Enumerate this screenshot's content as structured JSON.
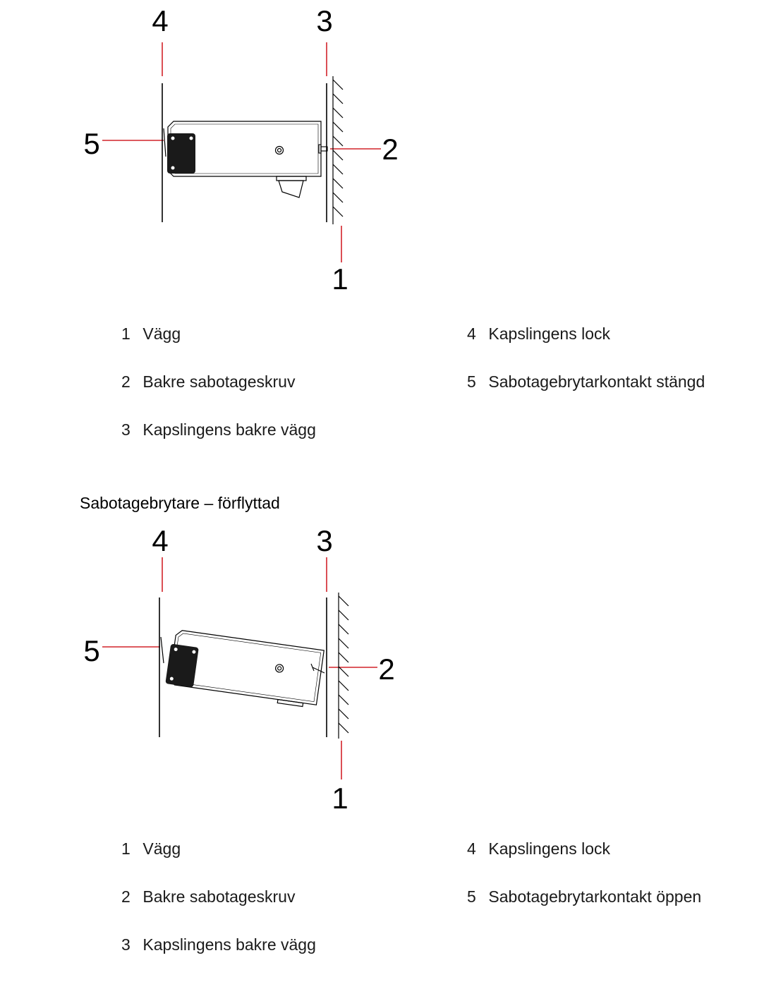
{
  "figure1": {
    "callouts": {
      "wall": "1",
      "screw": "2",
      "back_wall": "3",
      "cover": "4",
      "switch": "5"
    },
    "legend": [
      {
        "num": "1",
        "text": "Vägg"
      },
      {
        "num": "2",
        "text": "Bakre sabotageskruv"
      },
      {
        "num": "3",
        "text": "Kapslingens bakre vägg"
      },
      {
        "num": "4",
        "text": "Kapslingens lock"
      },
      {
        "num": "5",
        "text": "Sabotagebrytarkontakt stängd"
      }
    ]
  },
  "section_title": "Sabotagebrytare – förflyttad",
  "figure2": {
    "callouts": {
      "wall": "1",
      "screw": "2",
      "back_wall": "3",
      "cover": "4",
      "switch": "5"
    },
    "legend": [
      {
        "num": "1",
        "text": "Vägg"
      },
      {
        "num": "2",
        "text": "Bakre sabotageskruv"
      },
      {
        "num": "3",
        "text": "Kapslingens bakre vägg"
      },
      {
        "num": "4",
        "text": "Kapslingens lock"
      },
      {
        "num": "5",
        "text": "Sabotagebrytarkontakt öppen"
      }
    ]
  },
  "colors": {
    "leader": "#d2232a",
    "line": "#000000",
    "switch_fill": "#1a1a1a"
  }
}
